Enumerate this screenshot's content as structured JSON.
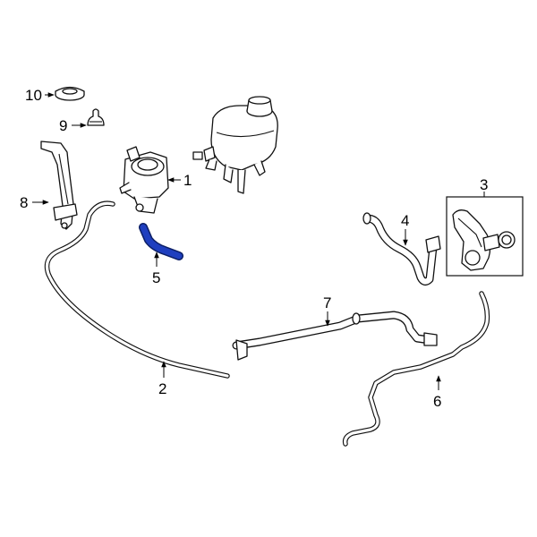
{
  "callouts": [
    {
      "id": "1",
      "label": "1"
    },
    {
      "id": "2",
      "label": "2"
    },
    {
      "id": "3",
      "label": "3"
    },
    {
      "id": "4",
      "label": "4"
    },
    {
      "id": "5",
      "label": "5"
    },
    {
      "id": "6",
      "label": "6"
    },
    {
      "id": "7",
      "label": "7"
    },
    {
      "id": "8",
      "label": "8"
    },
    {
      "id": "9",
      "label": "9"
    },
    {
      "id": "10",
      "label": "10"
    }
  ],
  "colors": {
    "highlight": "#1f3fbf",
    "line": "#111111",
    "background": "#ffffff"
  }
}
